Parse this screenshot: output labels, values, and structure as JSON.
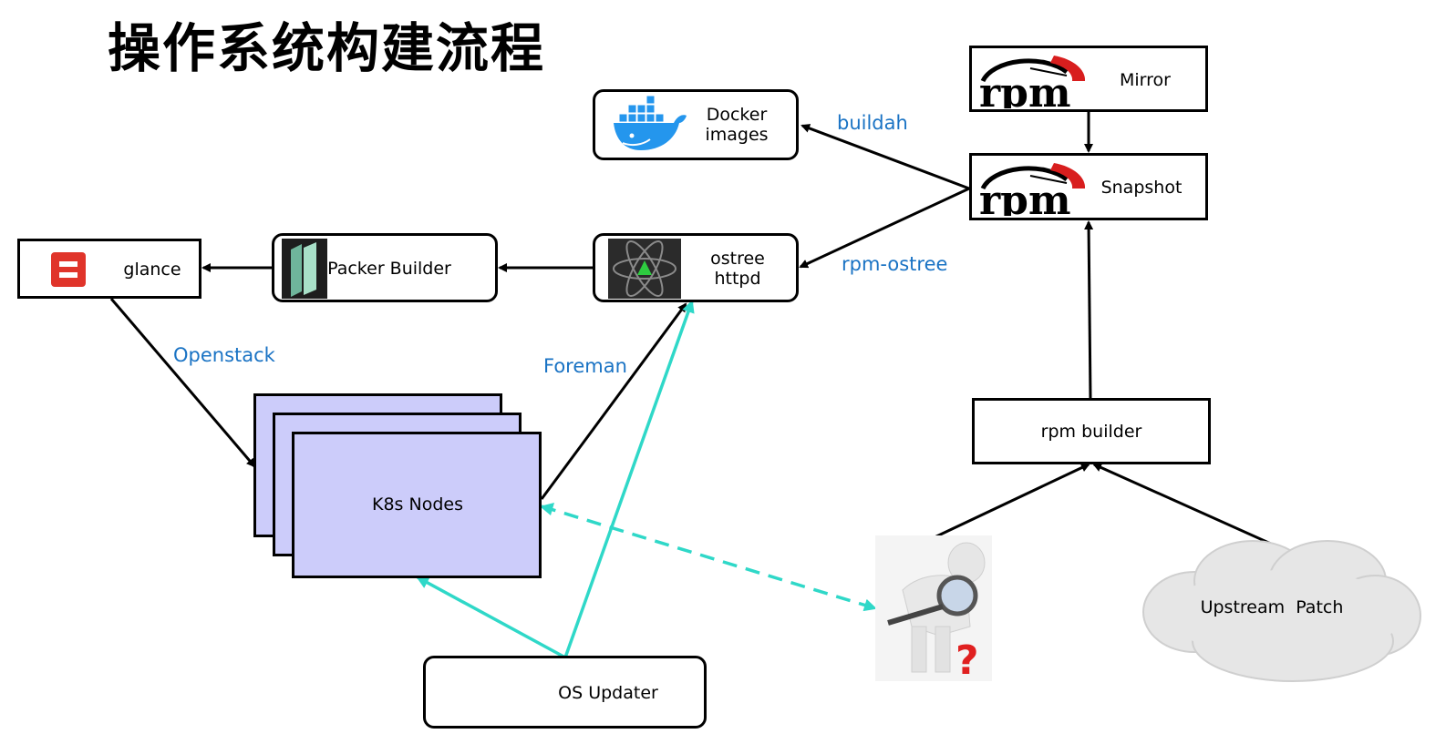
{
  "title": "操作系统构建流程",
  "colors": {
    "edge_label": "#1a73c4",
    "updater_arrow": "#2fd8c8",
    "k8s_fill": "#ccccfa",
    "rpm_red": "#d81e1e"
  },
  "nodes": {
    "mirror": {
      "label": "Mirror",
      "icon": "rpm-logo-icon"
    },
    "snapshot": {
      "label": "Snapshot",
      "icon": "rpm-logo-icon"
    },
    "docker": {
      "label": "Docker\nimages",
      "icon": "docker-whale-icon"
    },
    "ostree": {
      "label": "ostree\nhttpd",
      "icon": "atom-icon"
    },
    "packer": {
      "label": "Packer Builder",
      "icon": "packer-icon"
    },
    "glance": {
      "label": "glance",
      "icon": "openstack-icon"
    },
    "k8s": {
      "label": "K8s Nodes"
    },
    "os_updater": {
      "label": "OS Updater"
    },
    "rpm_builder": {
      "label": "rpm builder"
    },
    "upstream": {
      "label": "Upstream  Patch",
      "icon": "cloud-icon"
    },
    "inspector": {
      "icon": "inspector-magnifier-icon"
    }
  },
  "edges": {
    "buildah": "buildah",
    "rpm_ostree": "rpm-ostree",
    "openstack": "Openstack",
    "foreman": "Foreman"
  }
}
